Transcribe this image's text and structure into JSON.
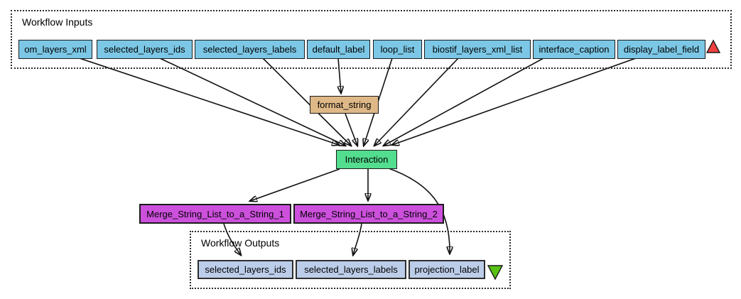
{
  "groups": {
    "inputs": {
      "label": "Workflow Inputs"
    },
    "outputs": {
      "label": "Workflow Outputs"
    }
  },
  "nodes": {
    "inputs": [
      "om_layers_xml",
      "selected_layers_ids",
      "selected_layers_labels",
      "default_label",
      "loop_list",
      "biostif_layers_xml_list",
      "interface_caption",
      "display_label_field"
    ],
    "processors": {
      "format_string": "format_string",
      "interaction": "Interaction",
      "merge_1": "Merge_String_List_to_a_String_1",
      "merge_2": "Merge_String_List_to_a_String_2"
    },
    "outputs": [
      "selected_layers_ids",
      "selected_layers_labels",
      "projection_label"
    ]
  },
  "edges": [
    {
      "from": "om_layers_xml",
      "to": "Interaction"
    },
    {
      "from": "selected_layers_ids",
      "to": "Interaction"
    },
    {
      "from": "selected_layers_labels",
      "to": "Interaction"
    },
    {
      "from": "default_label",
      "to": "format_string"
    },
    {
      "from": "format_string",
      "to": "Interaction"
    },
    {
      "from": "loop_list",
      "to": "Interaction"
    },
    {
      "from": "biostif_layers_xml_list",
      "to": "Interaction"
    },
    {
      "from": "interface_caption",
      "to": "Interaction"
    },
    {
      "from": "display_label_field",
      "to": "Interaction"
    },
    {
      "from": "Interaction",
      "to": "Merge_String_List_to_a_String_1"
    },
    {
      "from": "Interaction",
      "to": "Merge_String_List_to_a_String_2"
    },
    {
      "from": "Interaction",
      "to": "projection_label"
    },
    {
      "from": "Merge_String_List_to_a_String_1",
      "to": "selected_layers_ids"
    },
    {
      "from": "Merge_String_List_to_a_String_2",
      "to": "selected_layers_labels"
    }
  ],
  "colors": {
    "input_node": "#7cc7e5",
    "output_node": "#bccde9",
    "format_string_node": "#deb887",
    "interaction_node": "#53dd8e",
    "merge_node": "#cc50dc",
    "inputs_toggle": "#ee4040",
    "outputs_toggle": "#58c214",
    "edge": "#111111"
  }
}
